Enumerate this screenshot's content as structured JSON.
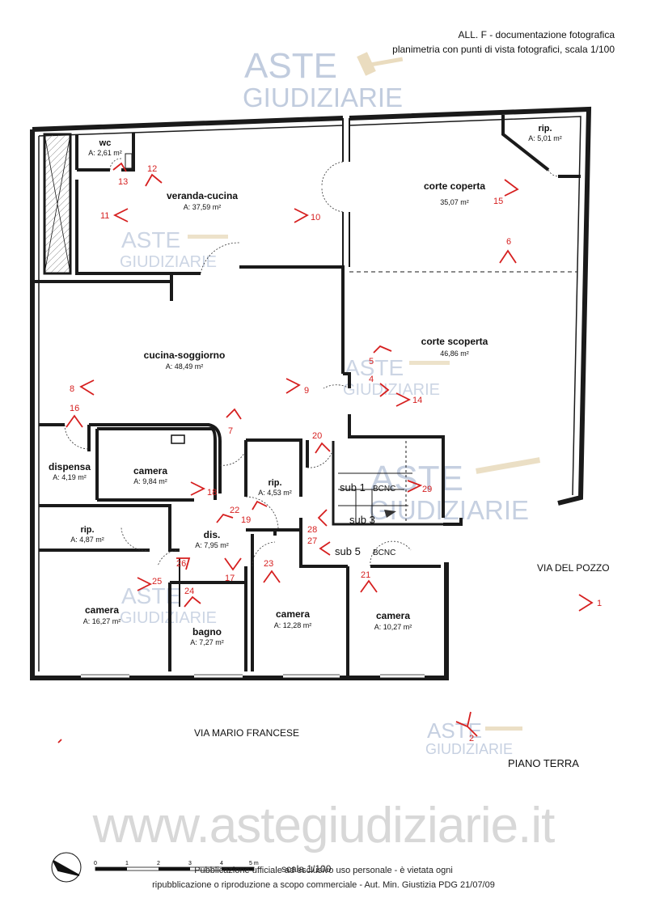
{
  "header": {
    "line1": "ALL. F - documentazione fotografica",
    "line2": "planimetria con punti di vista fotografici, scala 1/100"
  },
  "watermark": {
    "aste": "ASTE",
    "giudiziarie": "GIUDIZIARIE",
    "url": "www.astegiudiziarie.it"
  },
  "rooms": {
    "wc": {
      "name": "wc",
      "area": "A: 2,61 m²"
    },
    "veranda": {
      "name": "veranda-cucina",
      "area": "A: 37,59 m²"
    },
    "corte_coperta": {
      "name": "corte coperta",
      "area": "35,07 m²"
    },
    "rip_top": {
      "name": "rip.",
      "area": "A: 5,01 m²"
    },
    "cucina": {
      "name": "cucina-soggiorno",
      "area": "A: 48,49 m²"
    },
    "corte_scoperta": {
      "name": "corte scoperta",
      "area": "46,86 m²"
    },
    "dispensa": {
      "name": "dispensa",
      "area": "A: 4,19 m²"
    },
    "camera1": {
      "name": "camera",
      "area": "A: 9,84 m²"
    },
    "rip_mid": {
      "name": "rip.",
      "area": "A: 4,53 m²"
    },
    "rip_left": {
      "name": "rip.",
      "area": "A: 4,87 m²"
    },
    "dis": {
      "name": "dis.",
      "area": "A: 7,95 m²"
    },
    "camera2": {
      "name": "camera",
      "area": "A: 16,27 m²"
    },
    "bagno": {
      "name": "bagno",
      "area": "A: 7,27 m²"
    },
    "camera3": {
      "name": "camera",
      "area": "A: 12,28 m²"
    },
    "camera4": {
      "name": "camera",
      "area": "A: 10,27 m²"
    }
  },
  "subs": {
    "sub1": "sub 1",
    "bcnc1": "BCNC",
    "sub3": "sub 3",
    "sub5": "sub 5",
    "bcnc5": "BCNC"
  },
  "streets": {
    "via_pozzo": "VIA DEL POZZO",
    "via_mario": "VIA MARIO FRANCESE"
  },
  "floor_label": "PIANO TERRA",
  "scale_bar": {
    "ticks": [
      "0",
      "1",
      "2",
      "3",
      "4",
      "5 m"
    ],
    "label": "scala 1/100"
  },
  "footer": {
    "line1": "Pubblicazione ufficiale ad esclusivo uso personale - è vietata ogni",
    "line2": "ripubblicazione o riproduzione a scopo commerciale - Aut. Min. Giustizia PDG 21/07/09"
  },
  "viewpoints": [
    "1",
    "2",
    "4",
    "5",
    "6",
    "7",
    "8",
    "9",
    "10",
    "11",
    "12",
    "13",
    "14",
    "15",
    "16",
    "17",
    "18",
    "19",
    "20",
    "21",
    "22",
    "23",
    "24",
    "25",
    "26",
    "27",
    "28",
    "29"
  ],
  "colors": {
    "walls": "#1a1a1a",
    "viewpoint": "#d61f1f",
    "watermark": "#8fa3c4",
    "gavel": "#d9c08c"
  }
}
